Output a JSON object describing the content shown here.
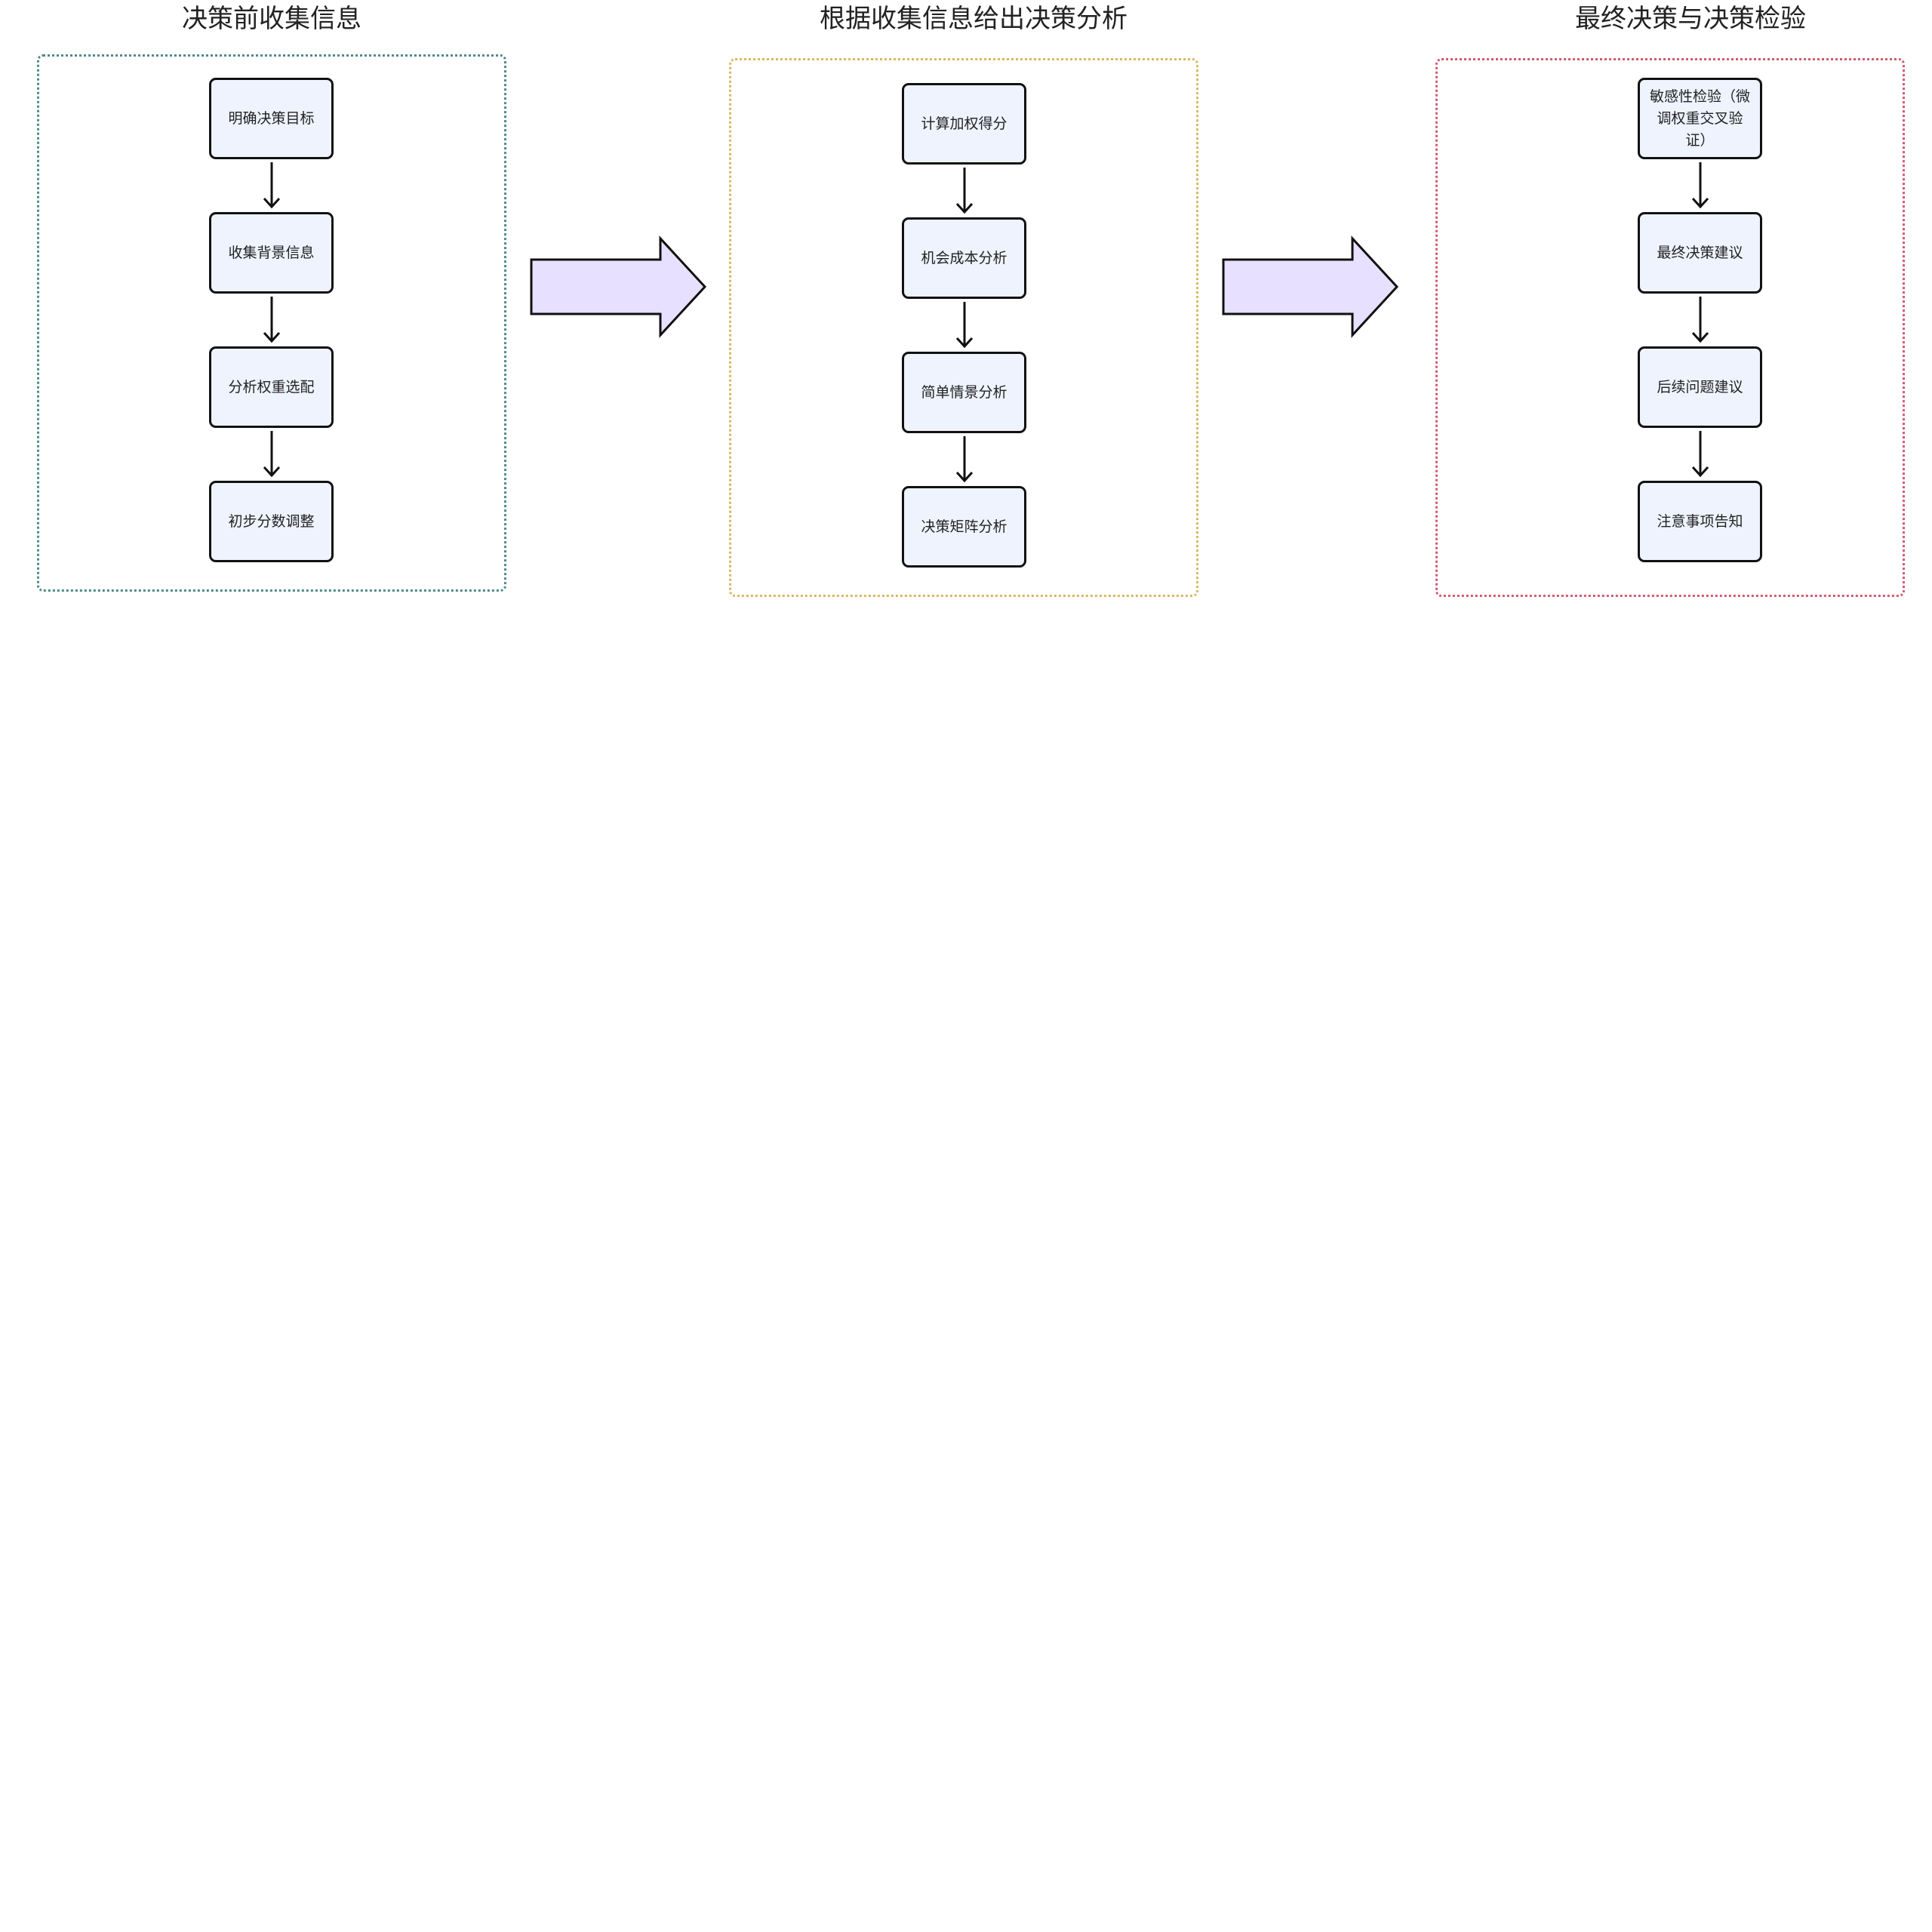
{
  "colors": {
    "box_fill": "#eef3fd",
    "box_border": "#111111",
    "frame_1": "#4f8a8b",
    "frame_2": "#d8b860",
    "frame_3": "#d25a6e",
    "flow_arrow_fill": "#e8e0ff",
    "flow_arrow_stroke": "#111111"
  },
  "groups": [
    {
      "title": "决策前收集信息",
      "steps": [
        "明确决策目标",
        "收集背景信息",
        "分析权重选配",
        "初步分数调整"
      ]
    },
    {
      "title": "根据收集信息给出决策分析",
      "steps": [
        "计算加权得分",
        "机会成本分析",
        "简单情景分析",
        "决策矩阵分析"
      ]
    },
    {
      "title": "最终决策与决策检验",
      "steps": [
        "敏感性检验（微调权重交叉验证）",
        "最终决策建议",
        "后续问题建议",
        "注意事项告知"
      ]
    }
  ]
}
